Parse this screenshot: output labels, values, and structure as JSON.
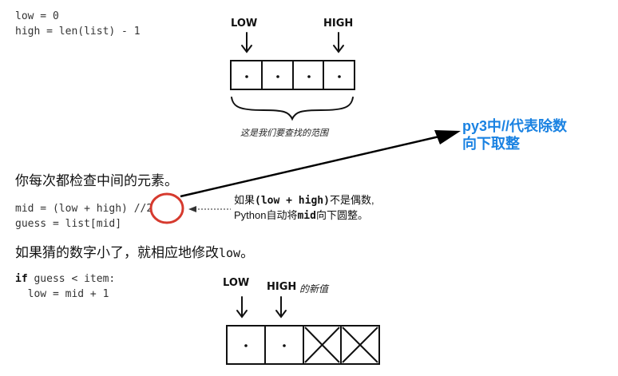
{
  "code_top": {
    "line1": "low = 0",
    "line2": "high = len(list) - 1"
  },
  "diagram_top": {
    "low_label": "LOW",
    "high_label": "HIGH",
    "cells": [
      ".",
      ".",
      ".",
      "."
    ],
    "caption": "这是我们要查找的范围"
  },
  "blue_note": {
    "line1": "py3中//代表除数",
    "line2": "向下取整"
  },
  "prose1": "你每次都检查中间的元素。",
  "code_mid": {
    "line1_prefix": "mid = (low + high) ",
    "line1_op": "//",
    "line1_suffix": "2",
    "line2": "guess = list[mid]"
  },
  "note": {
    "prefix": "如果",
    "code": "(low + high)",
    "suffix": "不是偶数,",
    "line2_prefix": "Python自动将",
    "line2_code": "mid",
    "line2_suffix": "向下圆整。"
  },
  "prose2": {
    "text": "如果猜的数字小了，就相应地修改",
    "code": "low",
    "end": "。"
  },
  "code_bottom": {
    "keyword": "if",
    "line1_rest": " guess < item:",
    "line2": "  low = mid + 1"
  },
  "diagram_bottom": {
    "low_label": "LOW",
    "high_label": "HIGH",
    "new_value_label": "的新值",
    "cells": [
      ".",
      ".",
      "X",
      "X"
    ]
  },
  "colors": {
    "circle": "#d63a2e",
    "blue_note": "#1a82e2",
    "arrow": "#000000"
  }
}
